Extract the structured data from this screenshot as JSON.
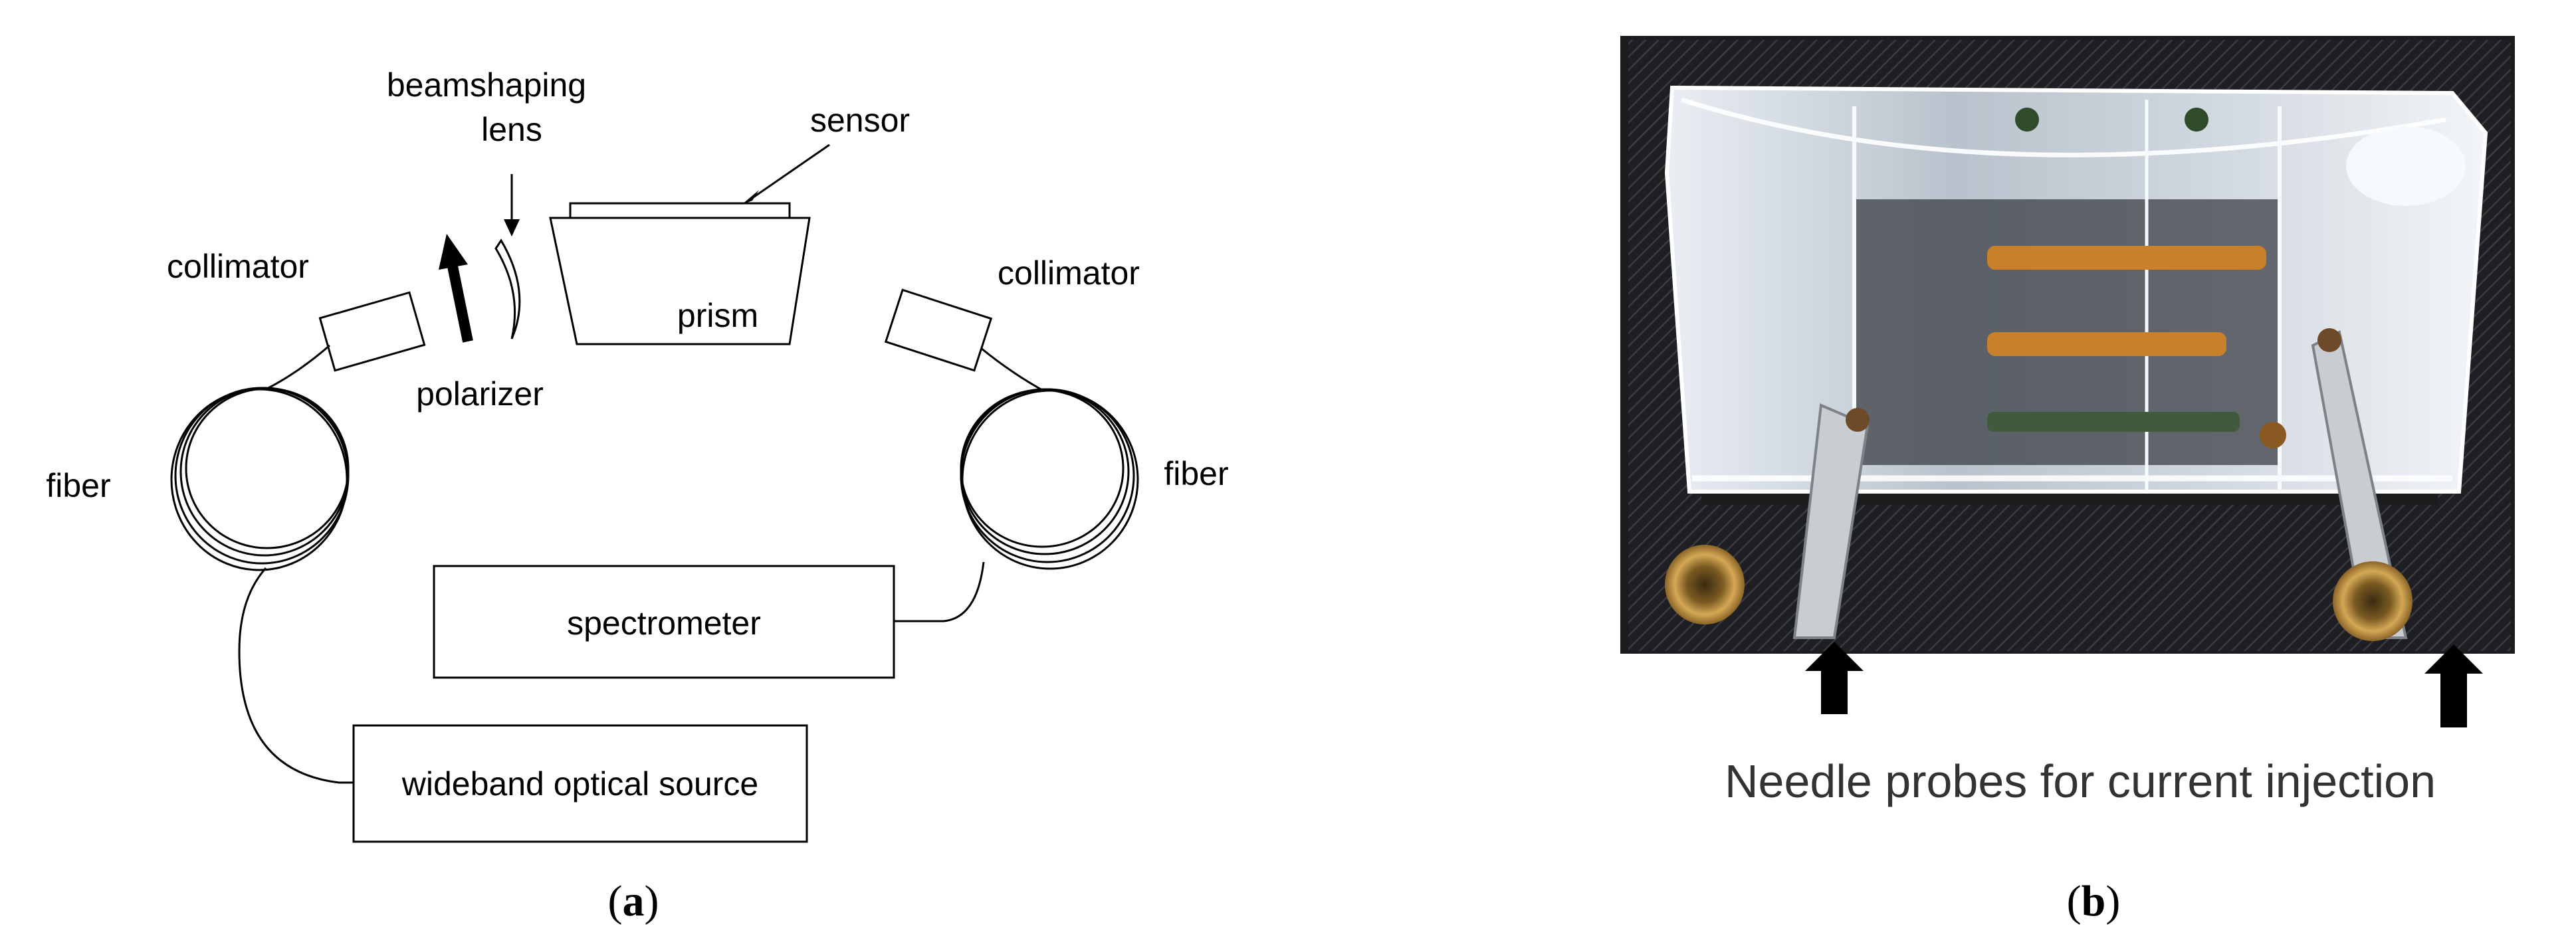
{
  "panel_a": {
    "labels": {
      "beamshaping_line1": "beamshaping",
      "beamshaping_line2": "lens",
      "sensor": "sensor",
      "collimator_left": "collimator",
      "collimator_right": "collimator",
      "prism": "prism",
      "polarizer": "polarizer",
      "fiber_left": "fiber",
      "fiber_right": "fiber",
      "spectrometer": "spectrometer",
      "source": "wideband optical source"
    },
    "caption_open": "(",
    "caption_letter": "a",
    "caption_close": ")"
  },
  "panel_b": {
    "annotation": "Needle probes for current injection",
    "caption_open": "(",
    "caption_letter": "b",
    "caption_close": ")"
  },
  "colors": {
    "line": "#000000",
    "photo_frame": "#1c1c1e",
    "prism_glass": "#dfe4ea",
    "electrode": "#c8802a",
    "gold_connector": "#b98a3c"
  }
}
